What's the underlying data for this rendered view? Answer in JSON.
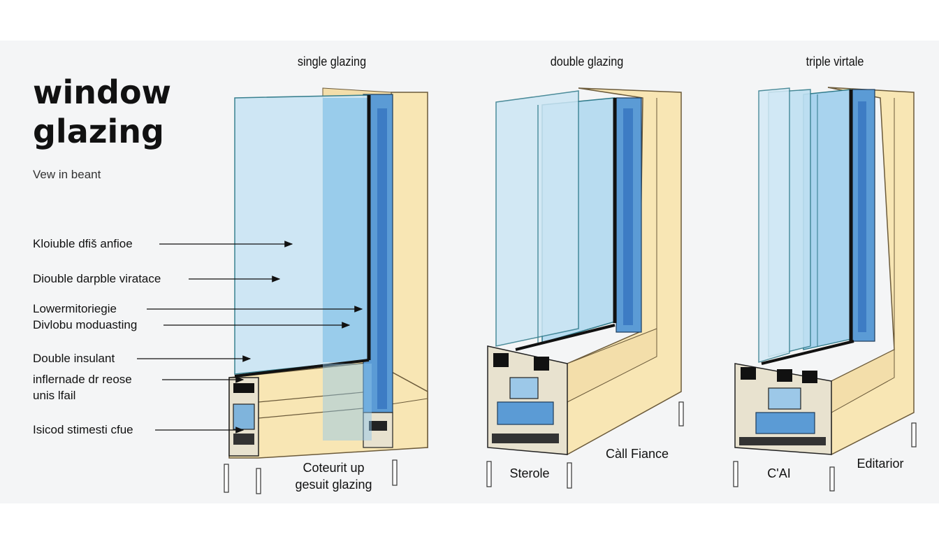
{
  "title_line1": "window",
  "title_line2": "glazing",
  "subtitle": "Vew in beant",
  "columns": [
    {
      "title": "single glazing"
    },
    {
      "title": "double glazing"
    },
    {
      "title": "triple virtale"
    }
  ],
  "callouts": [
    "Kloiuble dfiš anfioe",
    "Diouble darpble viratace",
    "Lowermitoriegie",
    "Divlobu moduasting",
    "Double insulant",
    "inflernade dr reose",
    "unis lfail",
    "Isicod stimesti cfue"
  ],
  "captions": {
    "single_line1": "Coteurit up",
    "single_line2": "gesuit glazing",
    "double_left": "Sterole",
    "double_right": "Càll Fiance",
    "triple_left": "C'AI",
    "triple_right": "Editarior"
  },
  "colors": {
    "glass": "#cde6f4",
    "glass_edge": "#2f7a8a",
    "spacer_blue": "#5b9bd5",
    "frame": "#f8e6b4",
    "frame_edge": "#6b5a3a"
  }
}
